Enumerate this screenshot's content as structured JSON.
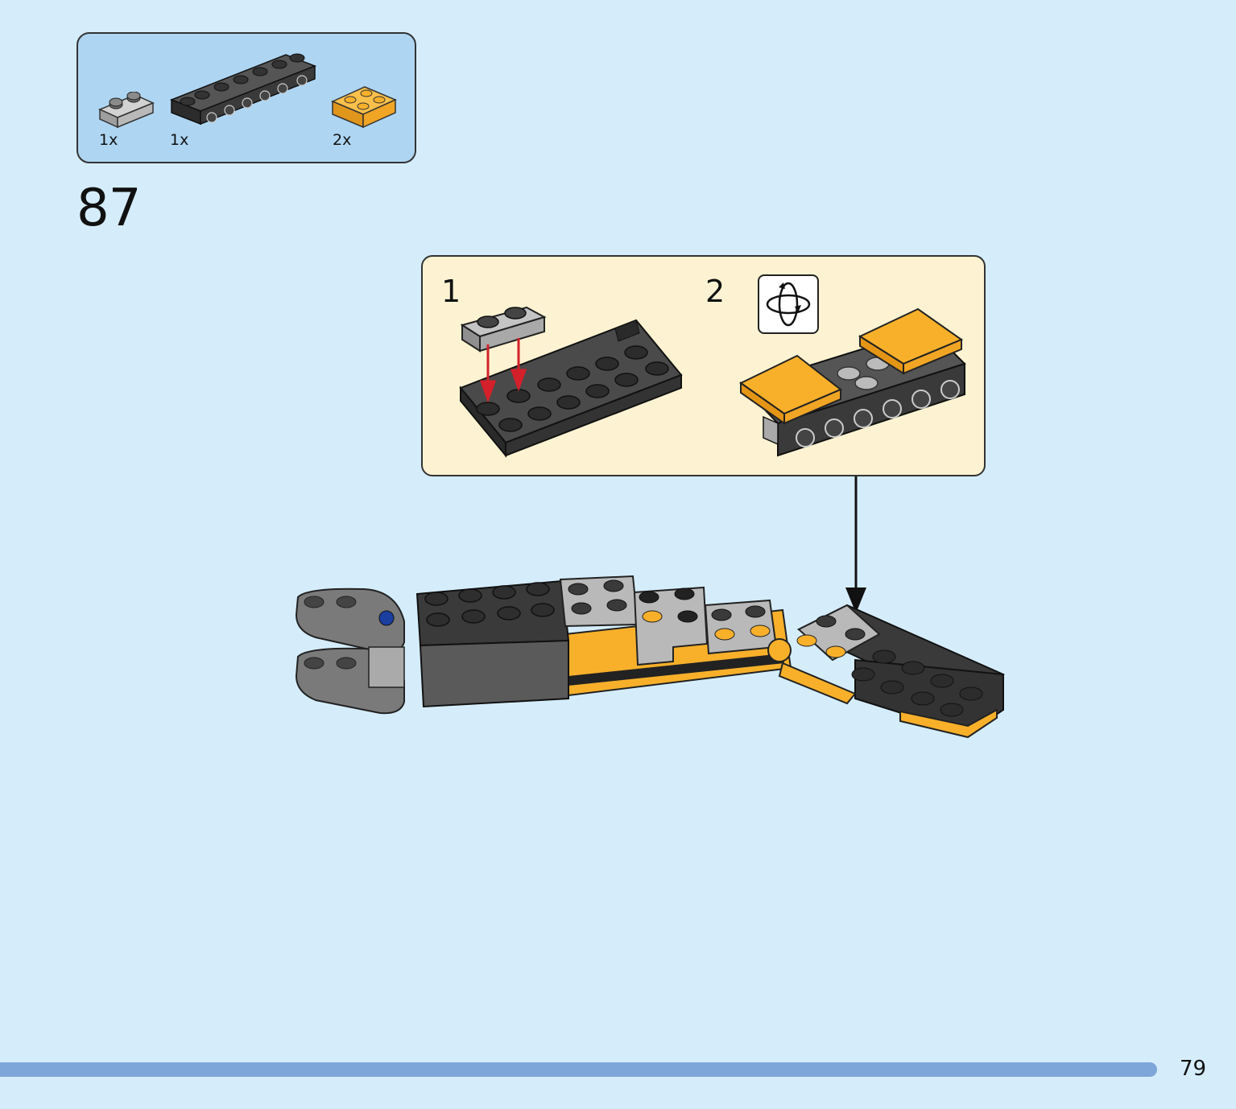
{
  "parts_list": {
    "items": [
      {
        "name": "light gray plate 1x2",
        "qty": "1x",
        "color": "#b9b9b9"
      },
      {
        "name": "black plate 1x6 with side studs",
        "qty": "1x",
        "color": "#3a3a3a"
      },
      {
        "name": "orange plate 2x2 with studs",
        "qty": "2x",
        "color": "#f8b02a"
      }
    ]
  },
  "step": {
    "number": "87"
  },
  "substeps": [
    {
      "number": "1"
    },
    {
      "number": "2",
      "icon": "rotate-icon"
    }
  ],
  "colors": {
    "background": "#d5edfb",
    "parts_box": "#aed6f3",
    "substep_box": "#fdf3d2",
    "black_brick": "#3a3a3a",
    "gray_brick": "#b9b9b9",
    "orange_brick": "#f8b02a",
    "arrow_red": "#d4202a",
    "footer_bar": "#7ea6d8"
  },
  "page": {
    "number": "79"
  }
}
